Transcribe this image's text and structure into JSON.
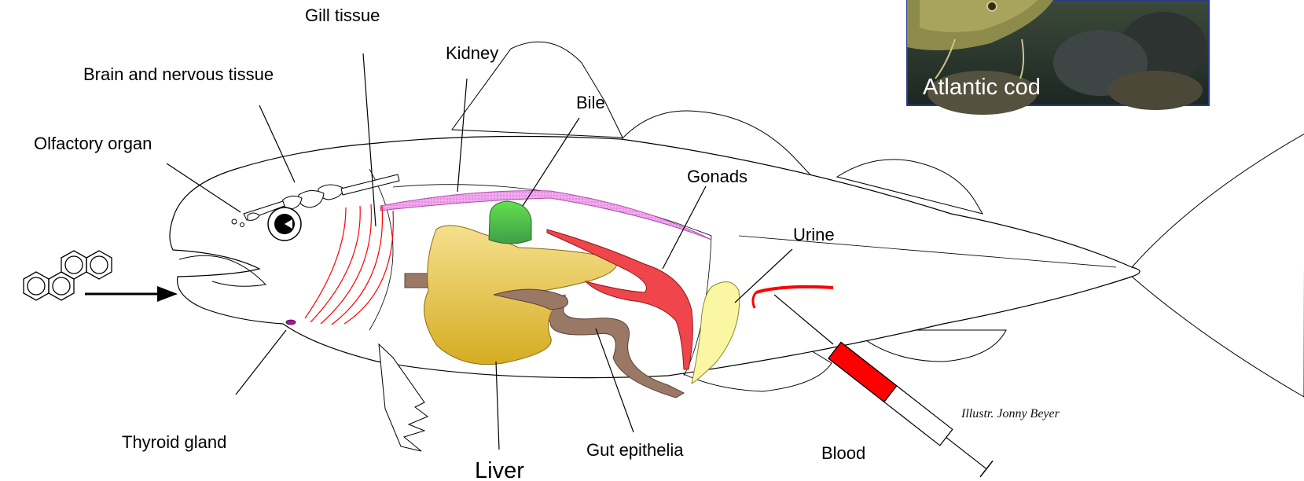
{
  "labels": {
    "gill_tissue": "Gill tissue",
    "brain": "Brain and nervous tissue",
    "kidney": "Kidney",
    "bile": "Bile",
    "olfactory": "Olfactory organ",
    "gonads": "Gonads",
    "urine": "Urine",
    "thyroid": "Thyroid gland",
    "liver": "Liver",
    "gut": "Gut epithelia",
    "blood": "Blood"
  },
  "photo_caption": "Atlantic cod",
  "credit": "Illustr. Jonny Beyer",
  "colors": {
    "liver": "#e8c860",
    "bile": "#5ccf4a",
    "gonads": "#f0454a",
    "urine": "#fbf6a2",
    "kidney": "#f2a8ee",
    "gut": "#9a7866",
    "gills": "#ff0000",
    "syringe": "#ff0000"
  }
}
